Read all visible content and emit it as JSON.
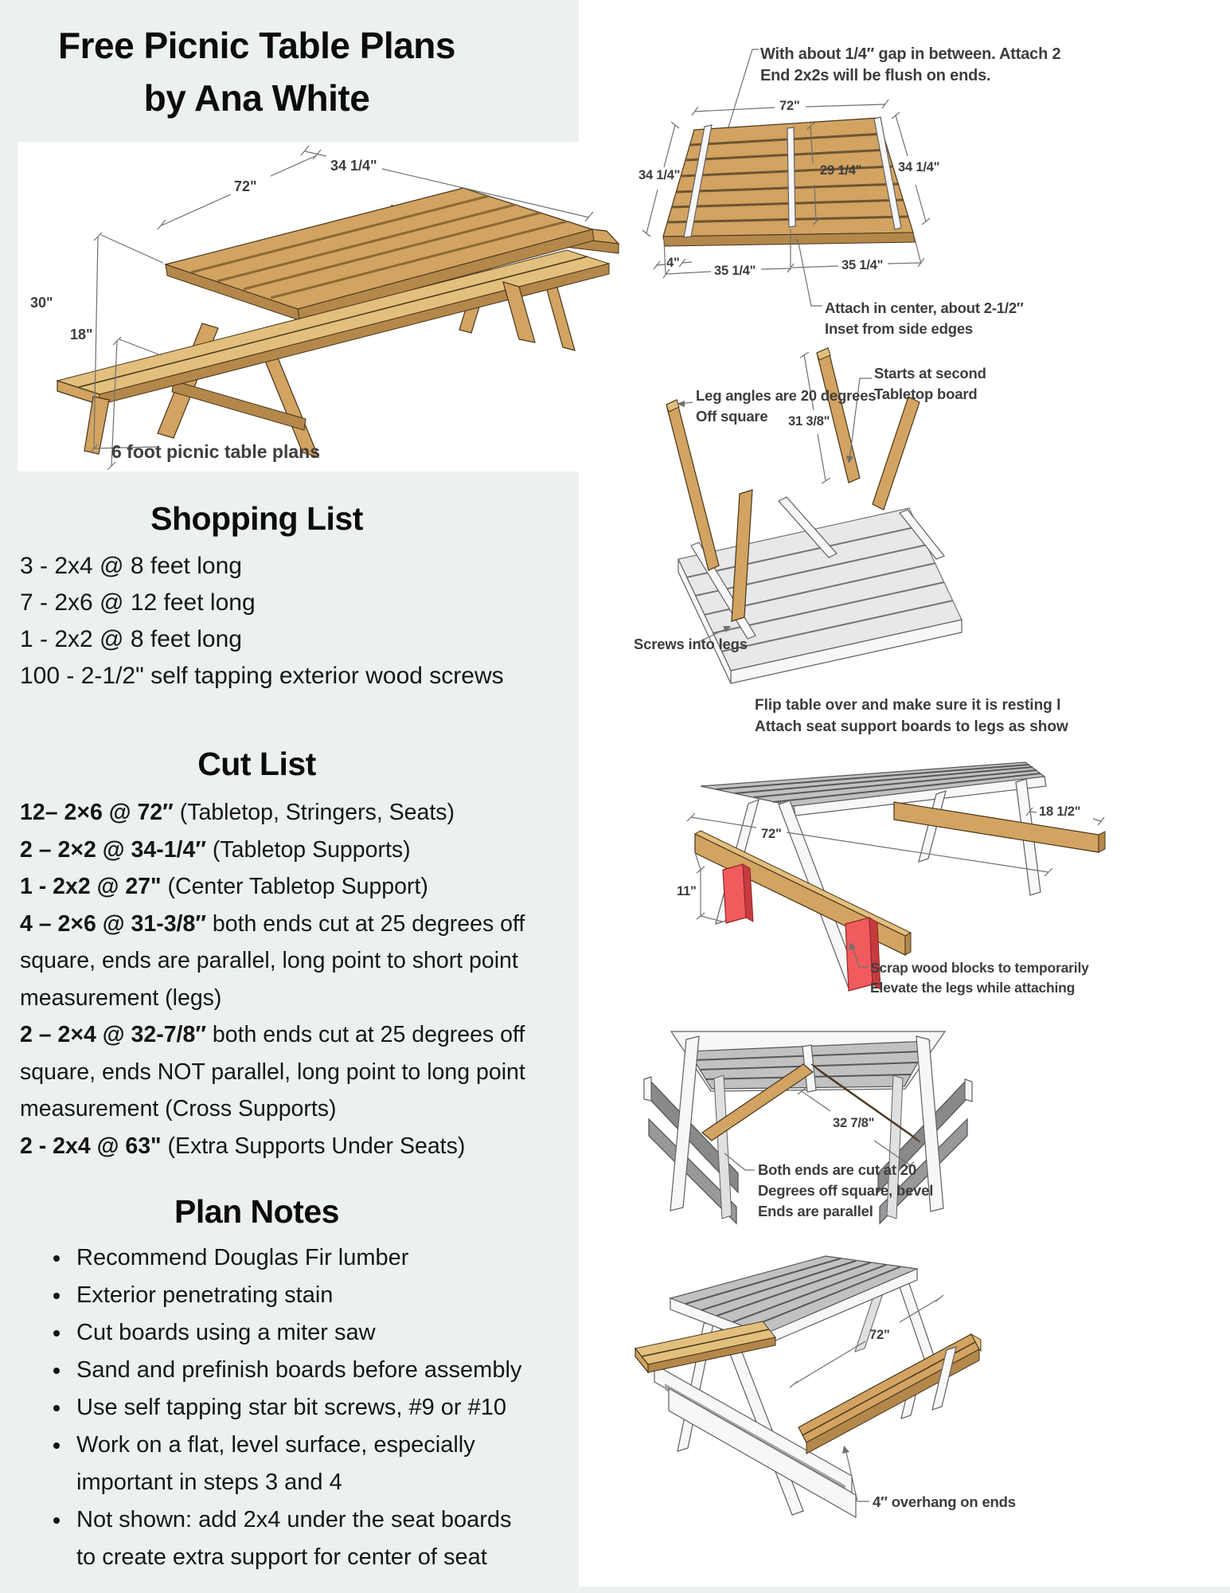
{
  "page": {
    "title_line1": "Free Picnic Table Plans",
    "title_line2": "by Ana White"
  },
  "hero": {
    "dim_width": "34 1/4\"",
    "dim_length": "72\"",
    "dim_height": "30\"",
    "dim_seat_height": "18\"",
    "caption": "6 foot picnic table plans"
  },
  "shopping_list": {
    "heading": "Shopping List",
    "items": [
      "3 - 2x4 @ 8 feet long",
      "7 - 2x6 @ 12 feet long",
      "1 - 2x2 @ 8 feet long",
      "100 - 2-1/2\" self tapping exterior wood screws"
    ]
  },
  "cut_list": {
    "heading": "Cut List",
    "items": [
      {
        "bold": "12– 2×6 @ 72″",
        "rest": " (Tabletop, Stringers, Seats)"
      },
      {
        "bold": "2 – 2×2 @ 34-1/4″",
        "rest": " (Tabletop Supports)"
      },
      {
        "bold": "1 - 2x2 @ 27\"",
        "rest": " (Center Tabletop Support)"
      },
      {
        "bold": "4 – 2×6 @ 31-3/8″",
        "rest": " both ends cut at 25 degrees off square, ends are parallel, long point to short point measurement (legs)"
      },
      {
        "bold": "2 – 2×4 @ 32-7/8″",
        "rest": " both ends cut at 25 degrees off square, ends NOT parallel, long point to long point measurement (Cross Supports)"
      },
      {
        "bold": "2 - 2x4 @ 63\"",
        "rest": " (Extra Supports Under Seats)"
      }
    ]
  },
  "plan_notes": {
    "heading": "Plan Notes",
    "items": [
      "Recommend Douglas Fir lumber",
      "Exterior penetrating stain",
      "Cut boards using a miter saw",
      "Sand and prefinish boards before assembly",
      "Use self tapping star bit screws, #9 or #10",
      "Work on a flat, level surface, especially important in steps 3 and 4",
      "Not shown: add 2x4 under the seat boards to create extra support for center of seat"
    ]
  },
  "diagrams": {
    "assembly_top": {
      "note_gap_line1": "With about 1/4″ gap in between.  Attach 2",
      "note_gap_line2": "End 2x2s will be flush on ends.",
      "dim_length": "72\"",
      "dim_width_left": "34 1/4\"",
      "dim_center_support": "29 1/4\"",
      "dim_width_right": "34 1/4\"",
      "dim_end_inset": "4\"",
      "dim_half_left": "35 1/4\"",
      "dim_half_right": "35 1/4\"",
      "note_center_line1": "Attach in center, about 2-1/2″",
      "note_center_line2": "Inset from side edges"
    },
    "legs": {
      "note_angle_line1": "Leg angles are 20 degrees",
      "note_angle_line2": "Off square",
      "dim_leg": "31 3/8\"",
      "note_start_line1": "Starts at second",
      "note_start_line2": "Tabletop board",
      "note_screws": "Screws into legs"
    },
    "step3_caption_line1": "Flip table over and make sure it is resting l",
    "step3_caption_line2": "Attach seat support boards to legs as show",
    "seat_supports": {
      "dim_length": "72\"",
      "dim_inset": "18 1/2\"",
      "dim_height": "11\"",
      "note_scrap_line1": "Scrap wood blocks to temporarily",
      "note_scrap_line2": "Elevate the legs while attaching"
    },
    "cross_supports": {
      "dim_length": "32 7/8\"",
      "note_line1": "Both ends are cut at 20",
      "note_line2": "Degrees off square, bevel",
      "note_line3": "Ends are parallel"
    },
    "finished": {
      "dim_length": "72\"",
      "note_overhang": "4″ overhang on ends"
    }
  }
}
